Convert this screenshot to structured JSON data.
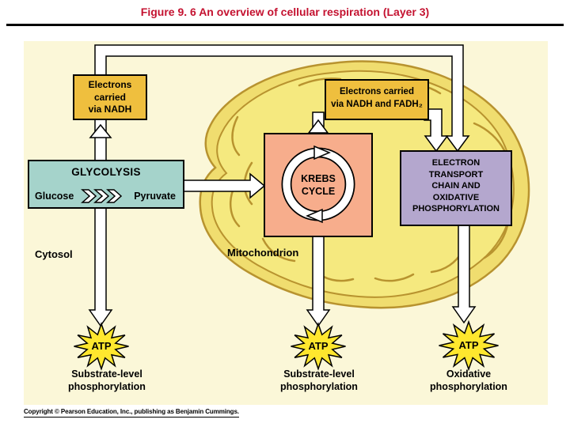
{
  "header": {
    "title": "Figure 9. 6  An overview of cellular respiration (Layer 3)"
  },
  "diagram": {
    "electrons_nadh": "Electrons\ncarried\nvia NADH",
    "electrons_nadh_fadh2": "Electrons carried\nvia NADH and FADH₂",
    "glycolysis_title": "GLYCOLYSIS",
    "glucose": "Glucose",
    "pyruvate": "Pyruvate",
    "krebs": "KREBS\nCYCLE",
    "etc": "ELECTRON\nTRANSPORT\nCHAIN AND\nOXIDATIVE\nPHOSPHORYLATION",
    "cytosol": "Cytosol",
    "mitochondrion": "Mitochondrion",
    "atp": "ATP",
    "substrate_level": "Substrate-level phosphorylation",
    "oxidative": "Oxidative phosphorylation"
  },
  "footer": {
    "copyright": "Copyright © Pearson Education, Inc., publishing as Benjamin Cummings."
  },
  "colors": {
    "title_red": "#c41230",
    "slide_bg": "#fbf7d8",
    "gold_box": "#efbf3e",
    "teal_box": "#a5d3cb",
    "salmon_box": "#f7ad8c",
    "purple_box": "#b4a7ce",
    "mito_fill": "#f0dd6f",
    "mito_inner": "#f5e97f",
    "mito_stroke": "#b8932f",
    "atp_star": "#ffe72e"
  }
}
